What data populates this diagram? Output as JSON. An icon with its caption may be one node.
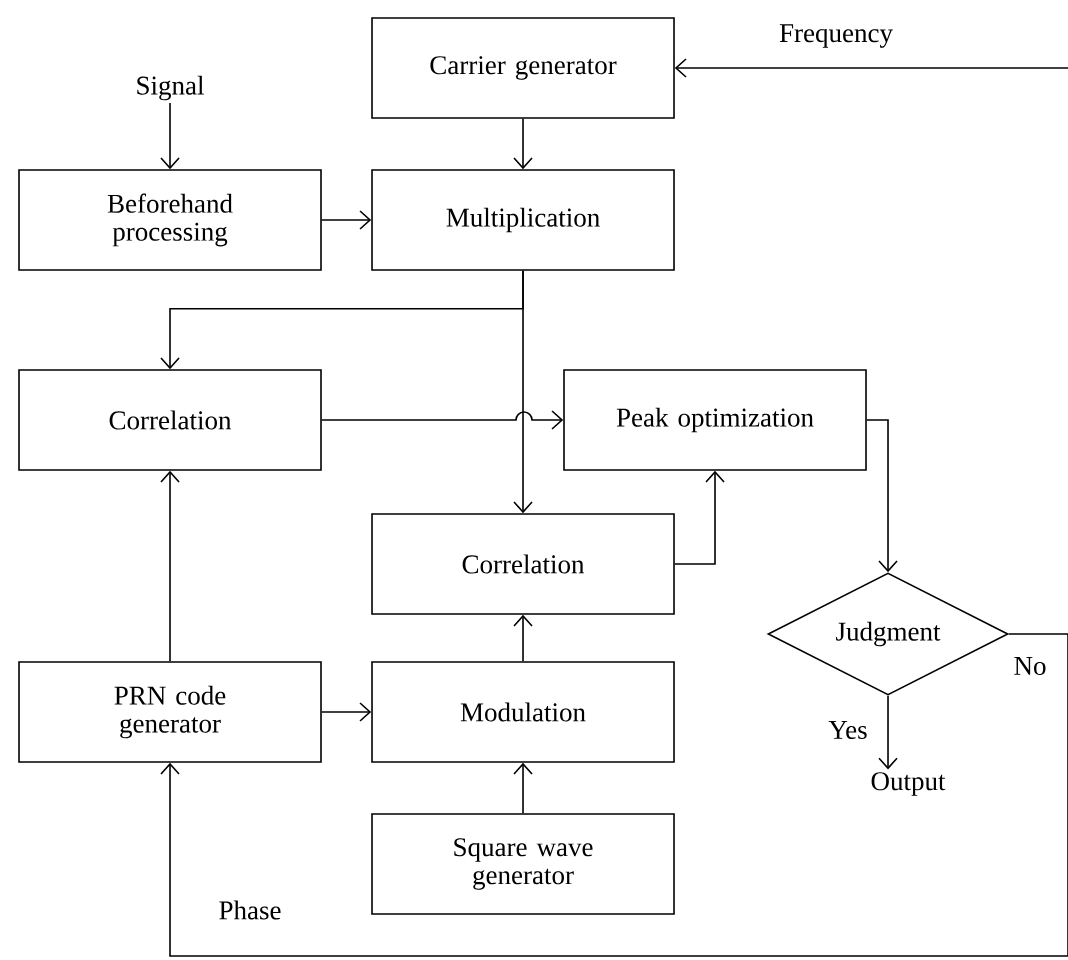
{
  "diagram": {
    "nodes": [
      {
        "text": [
          "Carrier generator"
        ]
      },
      {
        "text": [
          "Signal"
        ]
      },
      {
        "text": [
          "Beforehand processing"
        ]
      },
      {
        "text": [
          "Multiplication"
        ]
      },
      {
        "text": [
          "Correlation"
        ]
      },
      {
        "text": [
          "Peak optimization"
        ]
      },
      {
        "text": [
          "Correlation"
        ]
      },
      {
        "text": [
          "Judgment"
        ]
      },
      {
        "text": [
          "PRN code generator"
        ]
      },
      {
        "text": [
          "Modulation"
        ]
      },
      {
        "text": [
          "Square wave generator"
        ]
      },
      {
        "text": [
          "Output"
        ]
      }
    ],
    "edges": [
      {
        "from": null,
        "to": 0,
        "arrow": "to",
        "label": "Frequency"
      },
      {
        "from": 1,
        "to": 2,
        "arrow": "to"
      },
      {
        "from": 2,
        "to": 3,
        "arrow": "to"
      },
      {
        "from": 0,
        "to": 3,
        "arrow": "to"
      },
      {
        "from": 3,
        "to": 4,
        "arrow": "to"
      },
      {
        "from": 3,
        "to": 6,
        "arrow": "to"
      },
      {
        "from": 4,
        "to": 5,
        "arrow": "to"
      },
      {
        "from": 6,
        "to": 5,
        "arrow": "to"
      },
      {
        "from": 5,
        "to": 7,
        "arrow": "to"
      },
      {
        "from": 7,
        "to": 11,
        "arrow": "to",
        "label": "Yes"
      },
      {
        "from": 7,
        "to": 8,
        "arrow": "to",
        "label": "Phase"
      },
      {
        "from": 8,
        "to": 4,
        "arrow": "to"
      },
      {
        "from": 8,
        "to": 9,
        "arrow": "to"
      },
      {
        "from": 10,
        "to": 9,
        "arrow": "to"
      },
      {
        "from": 9,
        "to": 6,
        "arrow": "to"
      }
    ],
    "labels": [
      "No"
    ]
  }
}
